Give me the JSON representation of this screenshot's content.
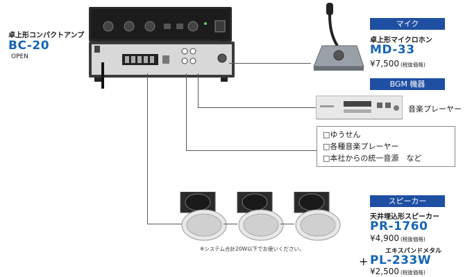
{
  "amp": {
    "title": "卓上形コンパクトアンプ",
    "model": "BC-20",
    "sub": "OPEN"
  },
  "mic": {
    "header": "マイク",
    "title": "卓上形マイクロホン",
    "model": "MD-33",
    "price": "¥7,500",
    "tax": "(税抜価格)"
  },
  "bgm": {
    "header": "BGM 機器",
    "player_label": "音楽プレーヤー",
    "sources": [
      "□ゆうせん",
      "□各種音楽プレーヤー",
      "□本社からの統一音源　など"
    ]
  },
  "speaker": {
    "header": "スピーカー",
    "title": "天井埋込形スピーカー",
    "model": "PR-1760",
    "price": "¥4,900",
    "tax": "(税抜価格)",
    "note": "※システム合計20W以下でお使いください。",
    "plus": "+",
    "option_title": "エキスパンドメタル",
    "option_model": "PL-233W",
    "option_price": "¥2,500",
    "option_tax": "(税抜価格)"
  }
}
